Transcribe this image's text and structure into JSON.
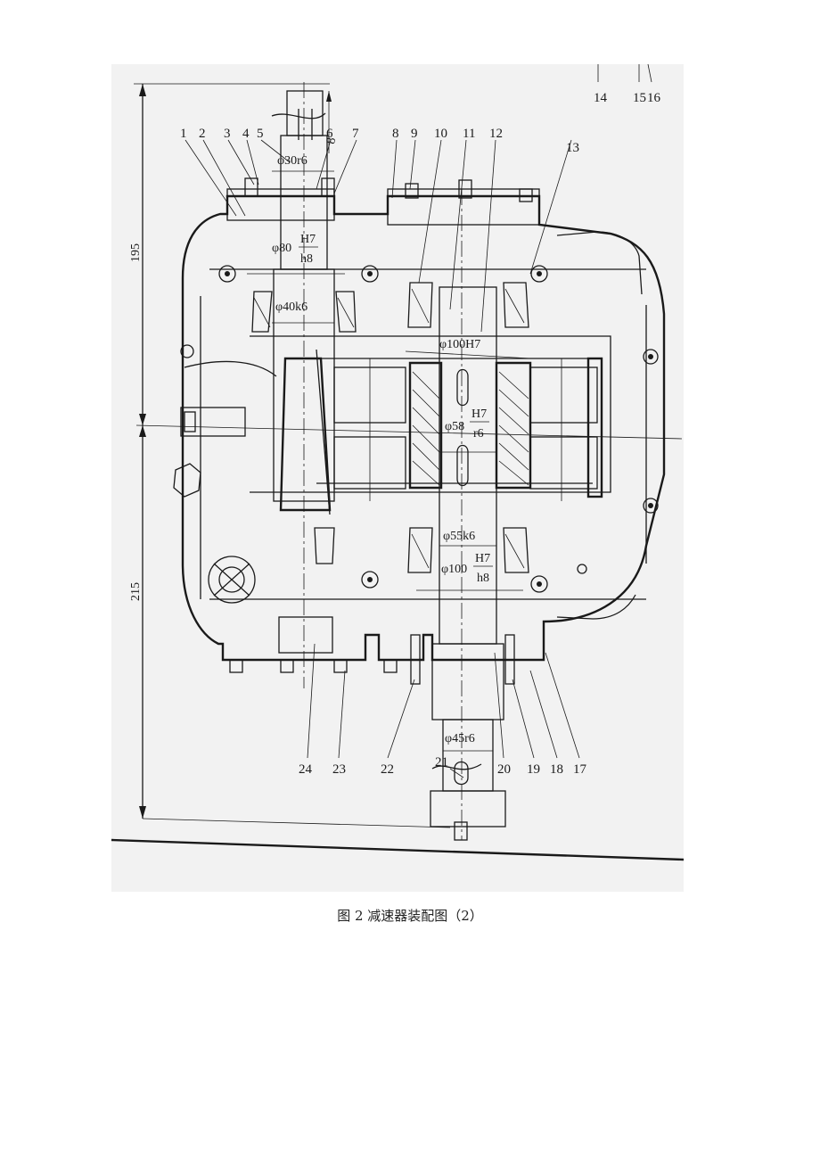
{
  "figure": {
    "caption": "图 2  减速器装配图（2）"
  },
  "dimensions": {
    "overall_upper": "195",
    "overall_lower": "215",
    "top_small": "8",
    "d30": "φ30r6",
    "d80_prefix": "φ80",
    "d80_num": "H7",
    "d80_den": "h8",
    "d40": "φ40k6",
    "d100top": "φ100H7",
    "d58_prefix": "φ58",
    "d58_num": "H7",
    "d58_den": "r6",
    "d55": "φ55k6",
    "d100b_prefix": "φ100",
    "d100b_num": "H7",
    "d100b_den": "h8",
    "d45": "φ45r6"
  },
  "part_numbers": {
    "top": [
      "1",
      "2",
      "3",
      "4",
      "5",
      "6",
      "7",
      "8",
      "9",
      "10",
      "11",
      "12",
      "13"
    ],
    "top_right": [
      "14",
      "15",
      "16"
    ],
    "bottom": [
      "24",
      "23",
      "22",
      "21",
      "20",
      "19",
      "18",
      "17"
    ]
  }
}
